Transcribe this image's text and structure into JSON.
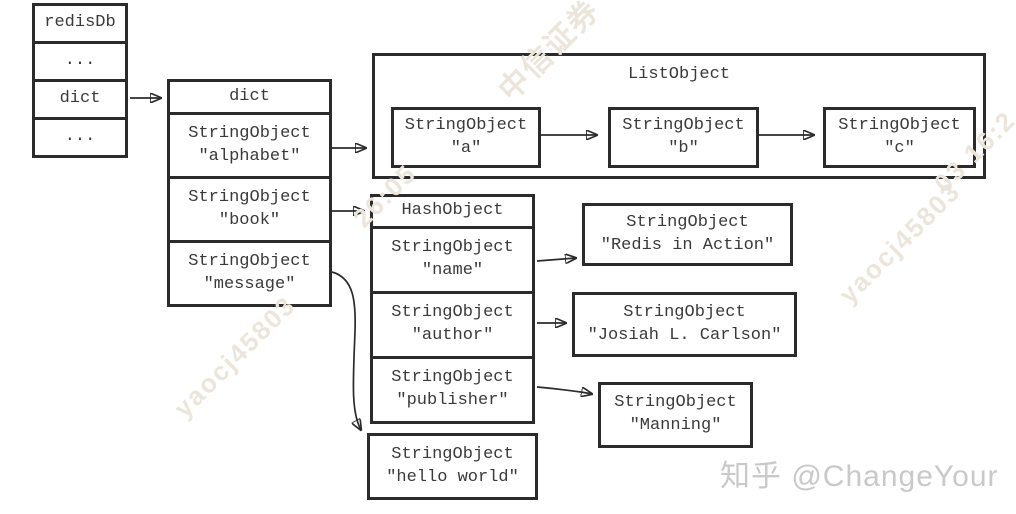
{
  "colors": {
    "border": "#2b2b2b",
    "text": "#3a3a3a",
    "background": "#ffffff",
    "arrow": "#2b2b2b",
    "watermark_diagonal": "#ece5db",
    "watermark_credit": "#c9c9c9"
  },
  "redisdb_table": {
    "rows": [
      "redisDb",
      "...",
      "dict",
      "..."
    ]
  },
  "dict_table": {
    "header": "dict",
    "rows": [
      {
        "type": "StringObject",
        "value": "\"alphabet\""
      },
      {
        "type": "StringObject",
        "value": "\"book\""
      },
      {
        "type": "StringObject",
        "value": "\"message\""
      }
    ]
  },
  "list_object": {
    "title": "ListObject",
    "items": [
      {
        "type": "StringObject",
        "value": "\"a\""
      },
      {
        "type": "StringObject",
        "value": "\"b\""
      },
      {
        "type": "StringObject",
        "value": "\"c\""
      }
    ]
  },
  "hash_object": {
    "header": "HashObject",
    "rows": [
      {
        "type": "StringObject",
        "value": "\"name\""
      },
      {
        "type": "StringObject",
        "value": "\"author\""
      },
      {
        "type": "StringObject",
        "value": "\"publisher\""
      }
    ]
  },
  "value_boxes": {
    "redis_in_action": {
      "type": "StringObject",
      "value": "\"Redis in Action\""
    },
    "josiah": {
      "type": "StringObject",
      "value": "\"Josiah L. Carlson\""
    },
    "manning": {
      "type": "StringObject",
      "value": "\"Manning\""
    },
    "hello_world": {
      "type": "StringObject",
      "value": "\"hello world\""
    }
  },
  "watermarks": {
    "credit": "知乎 @ChangeYour",
    "diagonal": [
      {
        "text": "中信证券"
      },
      {
        "text": "yaocj45803"
      },
      {
        "text": "yaocj45803"
      },
      {
        "text": "26:05"
      },
      {
        "text": "03 16:2"
      }
    ]
  }
}
